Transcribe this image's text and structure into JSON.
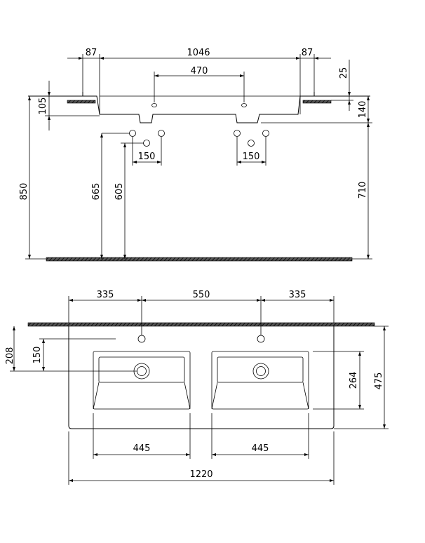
{
  "side_view": {
    "dims": {
      "overhang_left": "87",
      "span_total": "1046",
      "overhang_right": "87",
      "tap_spacing": "470",
      "top_offset": "25",
      "slab_height": "105",
      "bowl_depth": "140",
      "floor_to_top": "850",
      "floor_to_waste_a": "665",
      "floor_to_waste_b": "605",
      "floor_to_bottom": "710",
      "waste_spacing_left": "150",
      "waste_spacing_right": "150"
    }
  },
  "plan_view": {
    "dims": {
      "edge_to_tap_left": "335",
      "tap_to_tap": "550",
      "edge_to_tap_right": "335",
      "wall_to_bowl_center": "208",
      "tap_to_bowl_center": "150",
      "bowl_depth": "264",
      "total_depth": "475",
      "bowl_width_left": "445",
      "bowl_width_right": "445",
      "total_width": "1220"
    }
  }
}
